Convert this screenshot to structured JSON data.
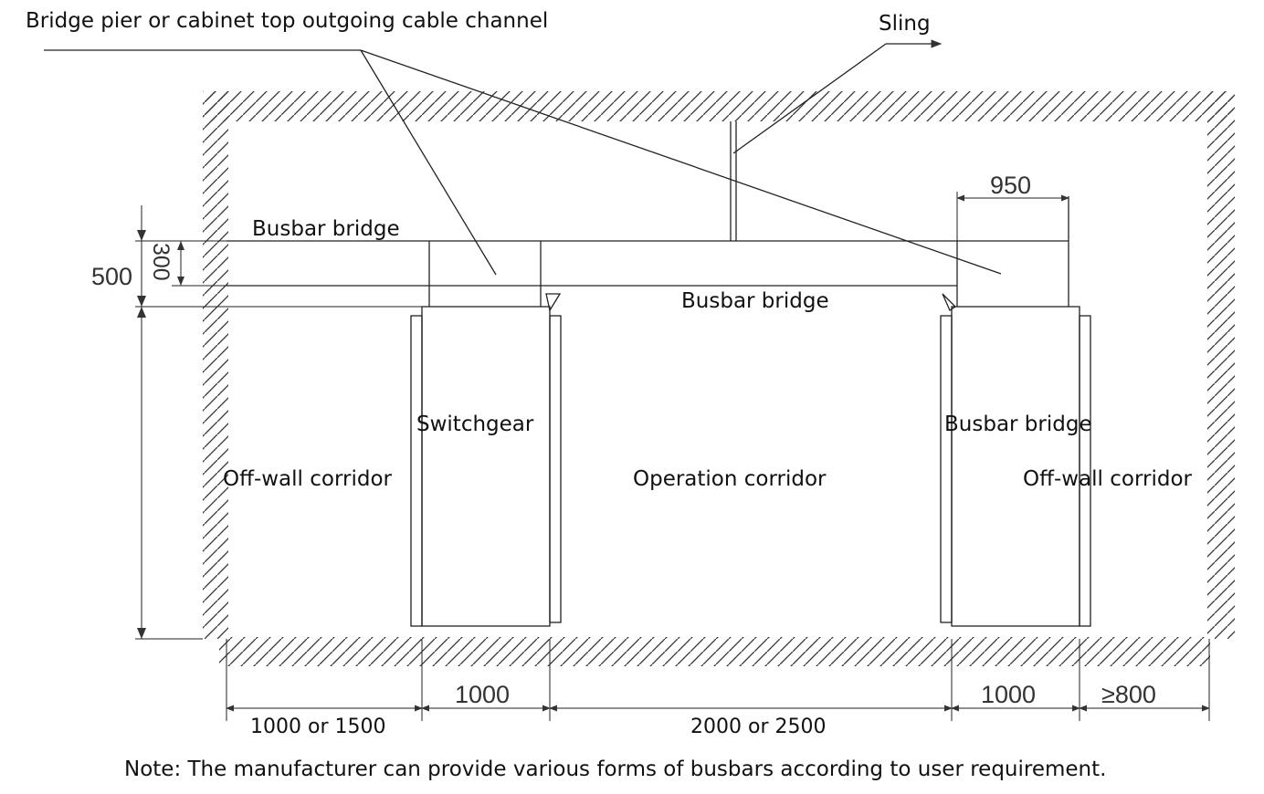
{
  "labels": {
    "cable_channel": "Bridge pier or cabinet top outgoing cable channel",
    "sling": "Sling",
    "busbar_bridge_top": "Busbar bridge",
    "busbar_bridge_mid": "Busbar bridge",
    "busbar_bridge_right": "Busbar bridge",
    "switchgear": "Switchgear",
    "off_wall_left": "Off-wall corridor",
    "operation": "Operation corridor",
    "off_wall_right": "Off-wall corridor"
  },
  "dimensions": {
    "d950": "950",
    "d500": "500",
    "d300": "300",
    "d1000_left": "1000",
    "d1000_right": "1000",
    "d800": "≥800",
    "d1000_1500": "1000 or 1500",
    "d2000_2500": "2000 or 2500"
  },
  "note": "Note: The manufacturer can provide various forms of busbars according to user requirement.",
  "colors": {
    "line": "#222222",
    "text": "#111111"
  }
}
